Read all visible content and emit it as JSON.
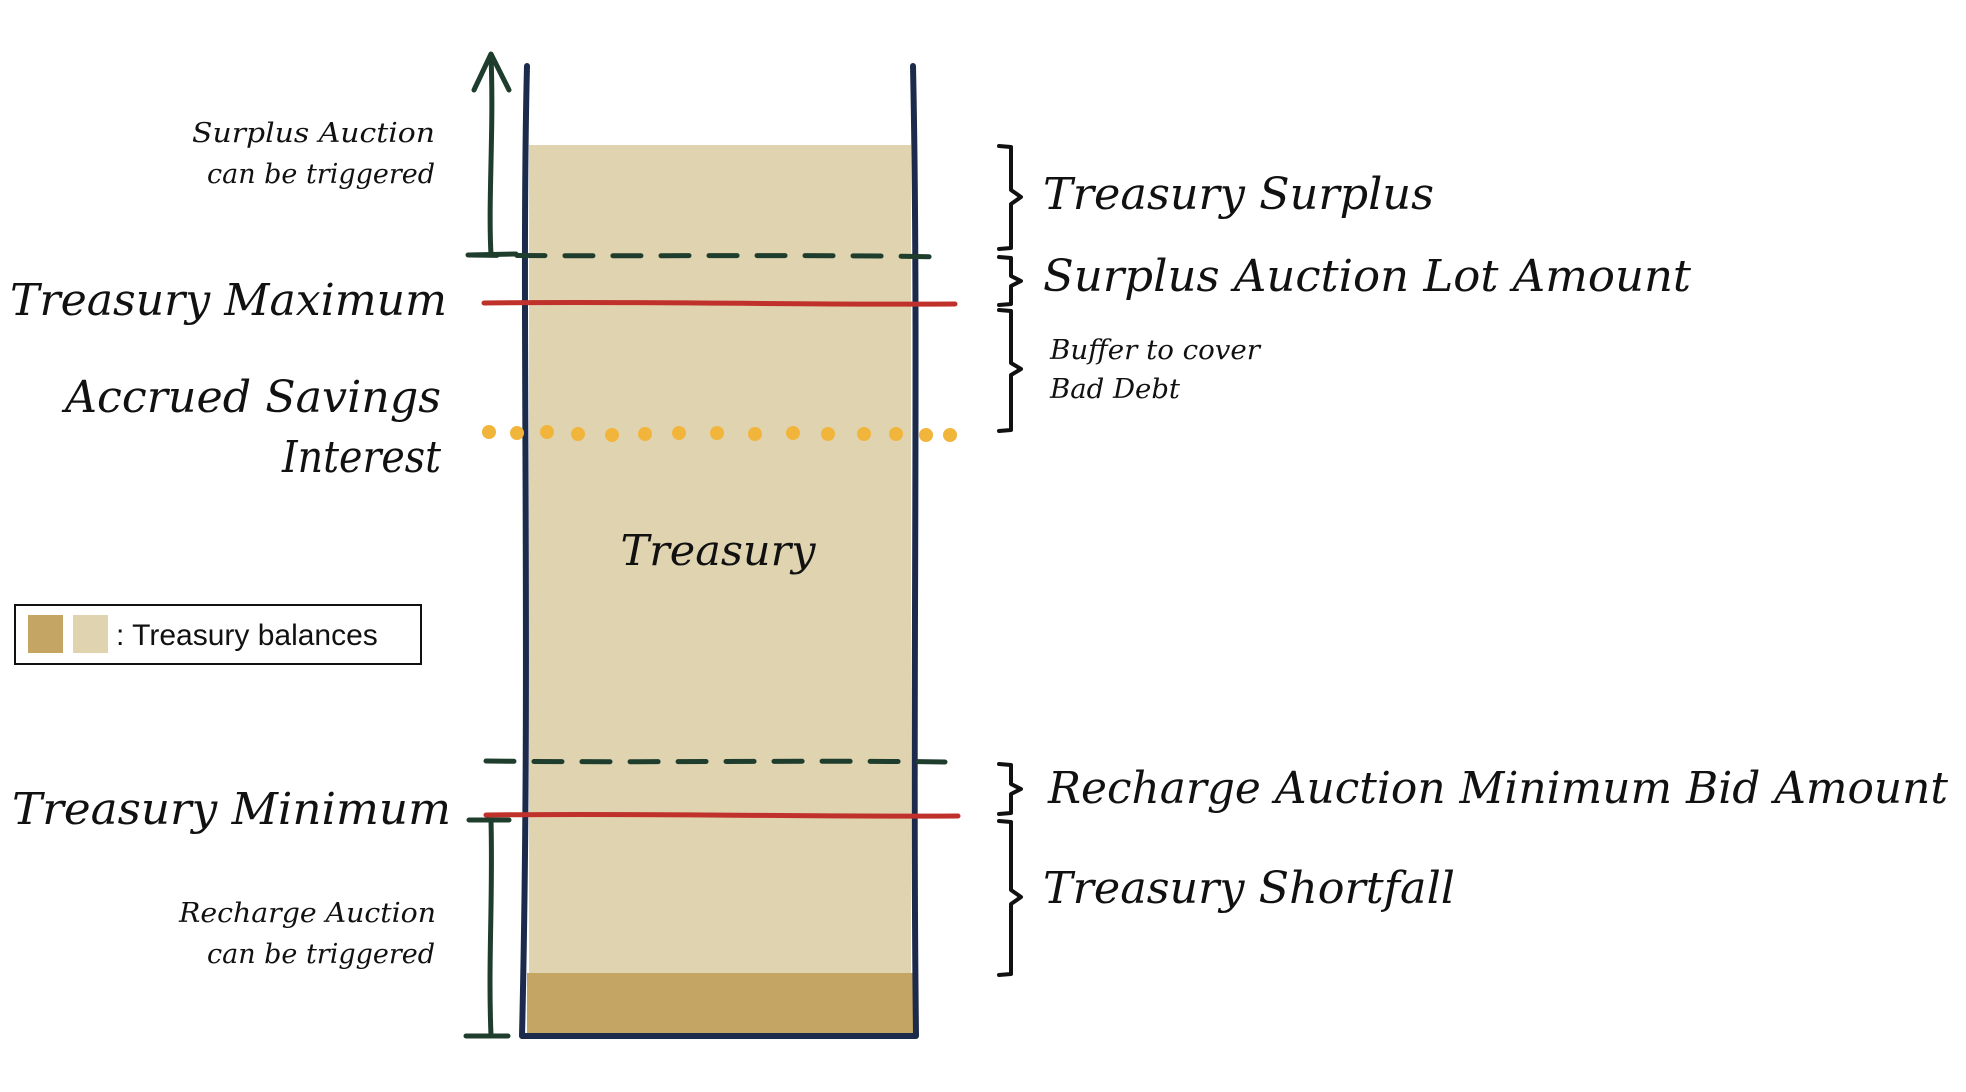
{
  "diagram": {
    "container_label": "Treasury",
    "left_labels": {
      "surplus_trigger": [
        "Surplus Auction",
        "can be triggered"
      ],
      "treasury_maximum": "Treasury Maximum",
      "accrued_savings_interest": [
        "Accrued Savings",
        "Interest"
      ],
      "treasury_minimum": "Treasury Minimum",
      "recharge_trigger": [
        "Recharge Auction",
        "can be triggered"
      ]
    },
    "right_labels": {
      "treasury_surplus": "Treasury Surplus",
      "surplus_auction_lot_amount": "Surplus Auction Lot Amount",
      "buffer_bad_debt": [
        "Buffer to cover",
        "Bad Debt"
      ],
      "recharge_min_bid": "Recharge Auction Minimum Bid Amount",
      "treasury_shortfall": "Treasury Shortfall"
    },
    "legend": {
      "text": ": Treasury balances"
    }
  },
  "colors": {
    "treasury_balance_light": "#e0d3b0",
    "treasury_balance_dark": "#c4a563",
    "container_wall": "#1c2a4c",
    "auction_trigger_lines": "#1f3d2d",
    "treasury_limit_lines": "#c0312b",
    "savings_interest_dots": "#f2b53c"
  }
}
